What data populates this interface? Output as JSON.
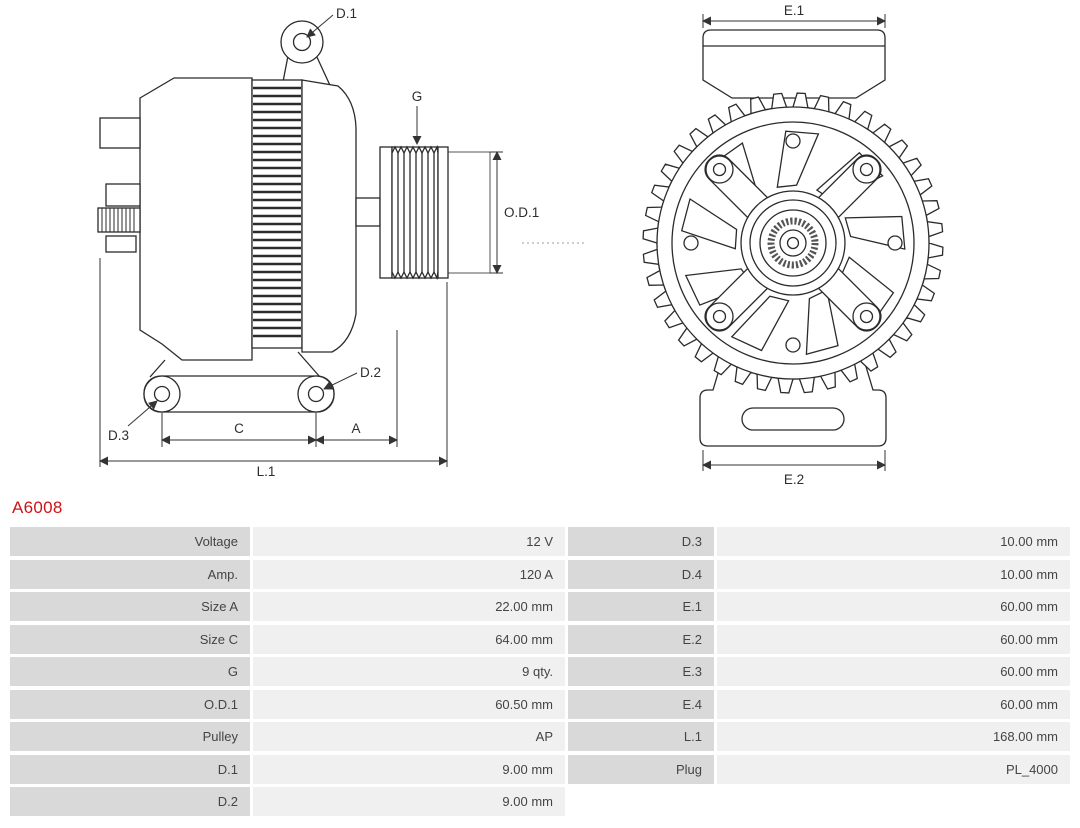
{
  "part_number": "A6008",
  "colors": {
    "accent_red": "#cc1418",
    "table_label_bg": "#d9d9d9",
    "table_value_bg": "#f0f0f0",
    "line": "#2b2b2b"
  },
  "diagram": {
    "labels": {
      "d1": "D.1",
      "d2": "D.2",
      "d3": "D.3",
      "g": "G",
      "od1": "O.D.1",
      "c": "C",
      "a": "A",
      "l1": "L.1",
      "e1": "E.1",
      "e2": "E.2"
    }
  },
  "spec_table": {
    "rows": [
      {
        "label_left": "Voltage",
        "value_left": "12 V",
        "label_right": "D.3",
        "value_right": "10.00 mm"
      },
      {
        "label_left": "Amp.",
        "value_left": "120 A",
        "label_right": "D.4",
        "value_right": "10.00 mm"
      },
      {
        "label_left": "Size A",
        "value_left": "22.00 mm",
        "label_right": "E.1",
        "value_right": "60.00 mm"
      },
      {
        "label_left": "Size C",
        "value_left": "64.00 mm",
        "label_right": "E.2",
        "value_right": "60.00 mm"
      },
      {
        "label_left": "G",
        "value_left": "9 qty.",
        "label_right": "E.3",
        "value_right": "60.00 mm"
      },
      {
        "label_left": "O.D.1",
        "value_left": "60.50 mm",
        "label_right": "E.4",
        "value_right": "60.00 mm"
      },
      {
        "label_left": "Pulley",
        "value_left": "AP",
        "label_right": "L.1",
        "value_right": "168.00 mm"
      },
      {
        "label_left": "D.1",
        "value_left": "9.00 mm",
        "label_right": "Plug",
        "value_right": "PL_4000"
      },
      {
        "label_left": "D.2",
        "value_left": "9.00 mm",
        "label_right": "",
        "value_right": ""
      }
    ]
  }
}
